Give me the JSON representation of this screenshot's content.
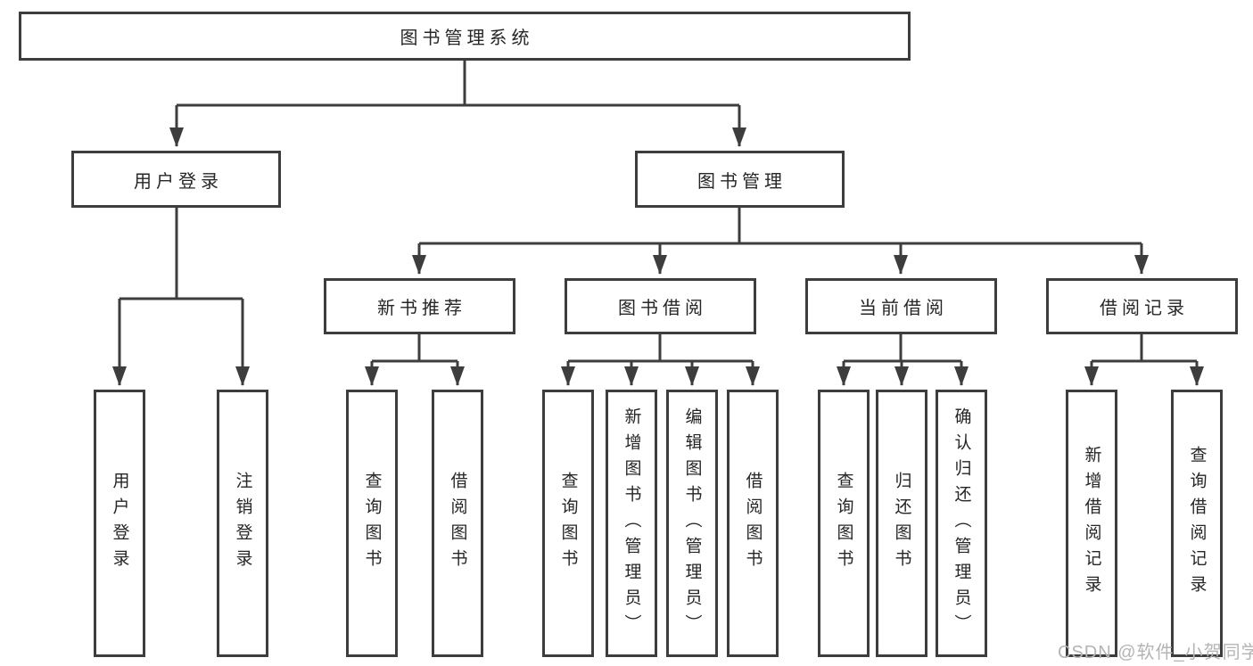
{
  "tree": {
    "root": {
      "label": "图书管理系统",
      "children": [
        {
          "label": "用户登录",
          "children": [
            {
              "label": "用户登录"
            },
            {
              "label": "注销登录"
            }
          ]
        },
        {
          "label": "图书管理",
          "children": [
            {
              "label": "新书推荐",
              "children": [
                {
                  "label": "查询图书"
                },
                {
                  "label": "借阅图书"
                }
              ]
            },
            {
              "label": "图书借阅",
              "children": [
                {
                  "label": "查询图书"
                },
                {
                  "label": "新增图书（管理员）"
                },
                {
                  "label": "编辑图书（管理员）"
                },
                {
                  "label": "借阅图书"
                }
              ]
            },
            {
              "label": "当前借阅",
              "children": [
                {
                  "label": "查询图书"
                },
                {
                  "label": "归还图书"
                },
                {
                  "label": "确认归还（管理员）"
                }
              ]
            },
            {
              "label": "借阅记录",
              "children": [
                {
                  "label": "新增借阅记录"
                },
                {
                  "label": "查询借阅记录"
                }
              ]
            }
          ]
        }
      ]
    }
  },
  "watermark": {
    "text": "CSDN @软件_小贺同学"
  },
  "colors": {
    "line": "#3d3d3d",
    "text": "#262626",
    "watermark": "#b4b4b4",
    "background": "#ffffff"
  }
}
